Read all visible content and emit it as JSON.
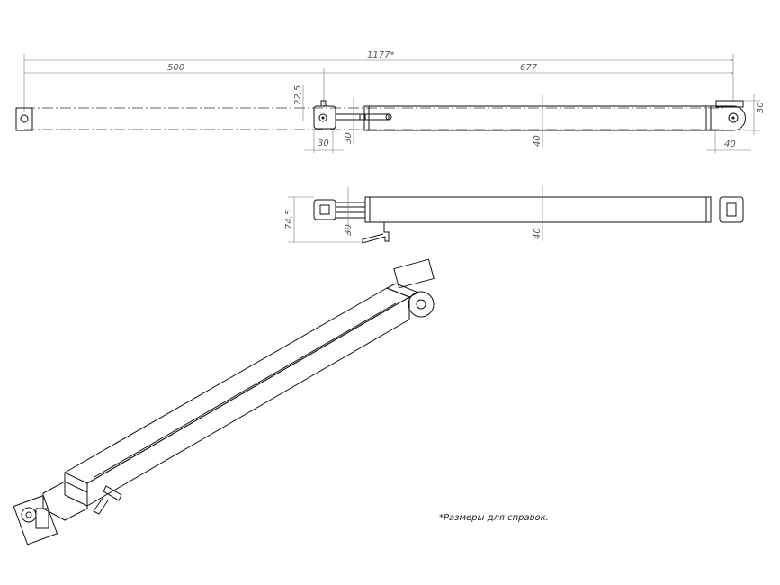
{
  "dimensions": {
    "overall_length": "1177*",
    "left_length": "500",
    "right_length": "677",
    "offset_height": "22,5",
    "clamp_width": "30",
    "rod_height": "30",
    "tube_height": "40",
    "end_width": "40",
    "end_height": "30",
    "side_height": "74,5",
    "side_rod_height": "30",
    "side_tube_height": "40"
  },
  "note": "*Размеры для справок."
}
